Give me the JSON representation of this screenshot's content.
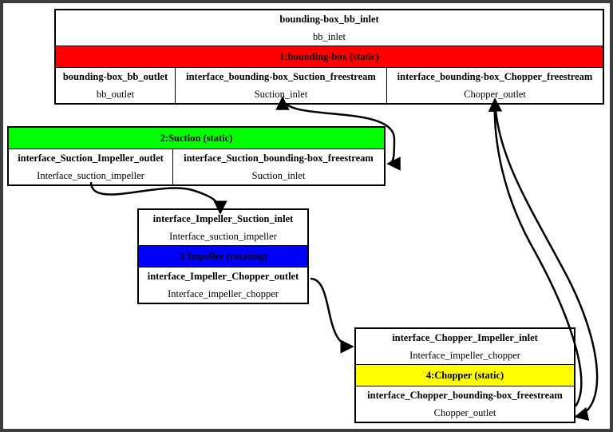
{
  "nodes": {
    "bounding_box": {
      "top_port": {
        "name": "bounding-box_bb_inlet",
        "value": "bb_inlet"
      },
      "title": "1:bounding-box (static)",
      "color": "#ff0000",
      "ports": [
        {
          "name": "bounding-box_bb_outlet",
          "value": "bb_outlet"
        },
        {
          "name": "interface_bounding-box_Suction_freestream",
          "value": "Suction_inlet"
        },
        {
          "name": "interface_bounding-box_Chopper_freestream",
          "value": "Chopper_outlet"
        }
      ]
    },
    "suction": {
      "title": "2:Suction (static)",
      "color": "#00ff00",
      "ports": [
        {
          "name": "interface_Suction_Impeller_outlet",
          "value": "Interface_suction_impeller"
        },
        {
          "name": "interface_Suction_bounding-box_freestream",
          "value": "Suction_inlet"
        }
      ]
    },
    "impeller": {
      "top_port": {
        "name": "interface_Impeller_Suction_inlet",
        "value": "Interface_suction_impeller"
      },
      "title": "3:Impeller (rotating)",
      "color": "#0000ff",
      "bottom_port": {
        "name": "interface_Impeller_Chopper_outlet",
        "value": "Interface_impeller_chopper"
      }
    },
    "chopper": {
      "top_port": {
        "name": "interface_Chopper_Impeller_inlet",
        "value": "Interface_impeller_chopper"
      },
      "title": "4:Chopper (static)",
      "color": "#ffff00",
      "bottom_port": {
        "name": "interface_Chopper_bounding-box_freestream",
        "value": "Chopper_outlet"
      }
    }
  }
}
